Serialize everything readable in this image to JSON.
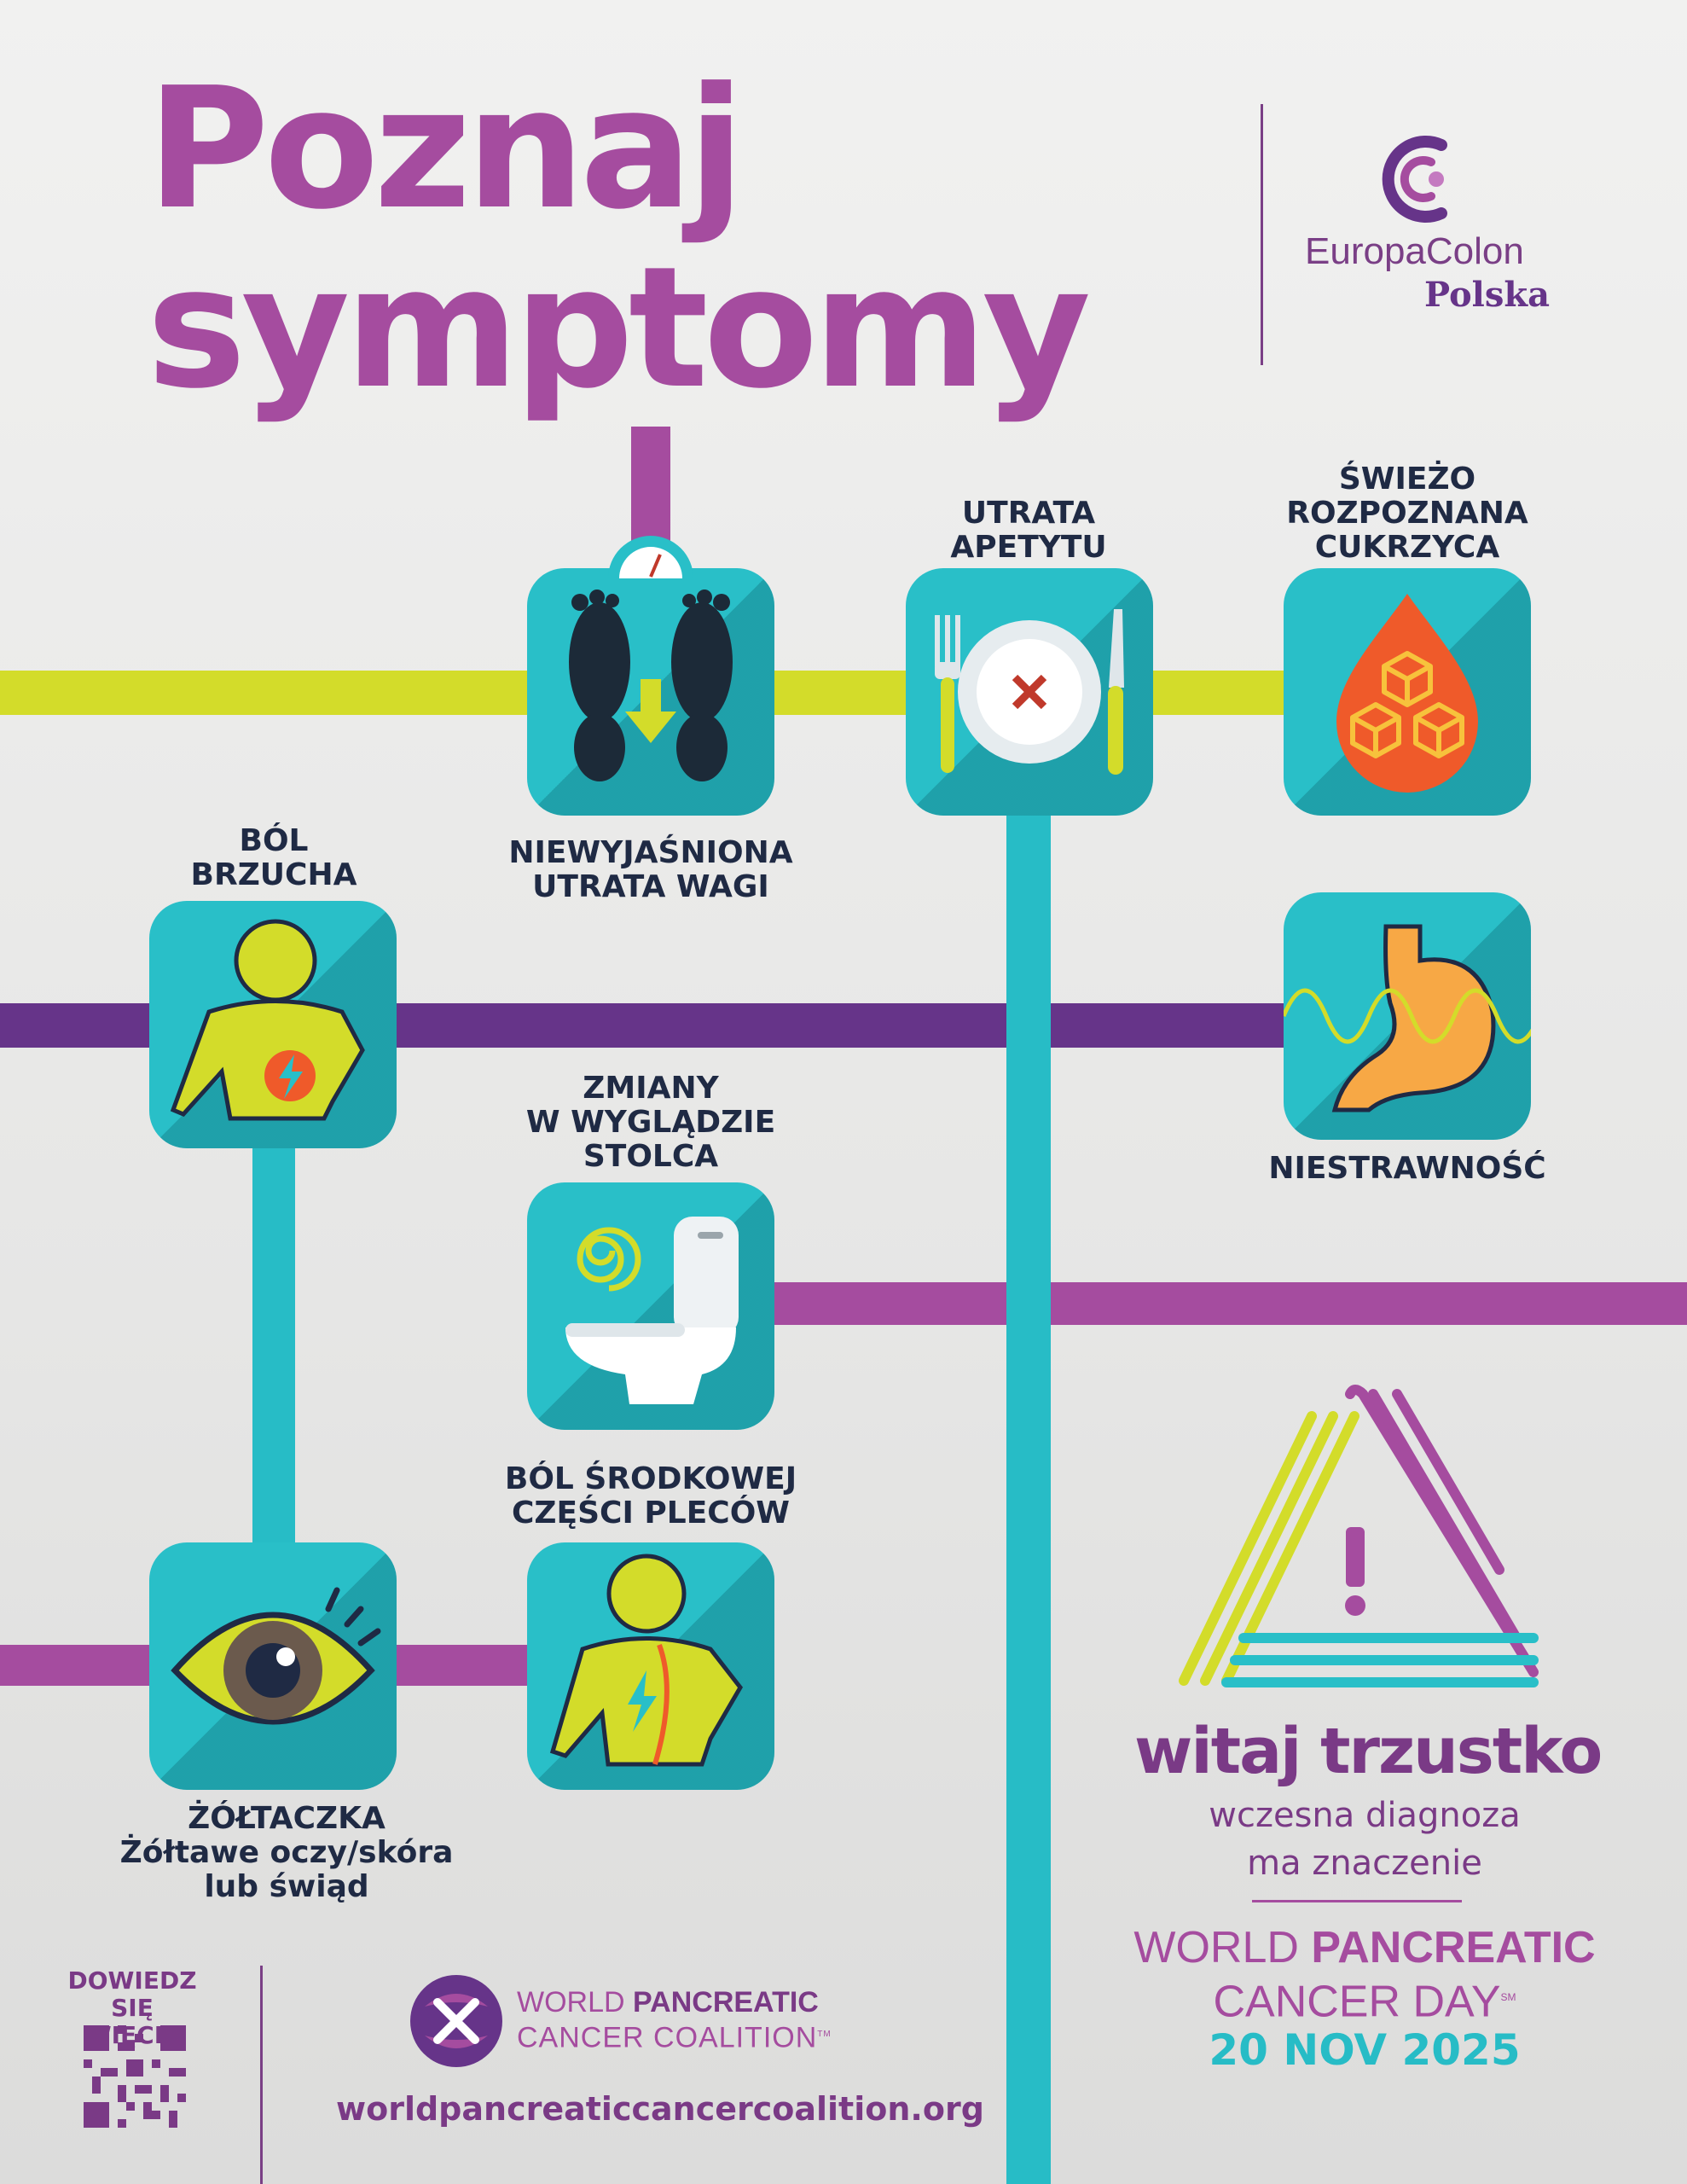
{
  "title": {
    "line1": "Poznaj",
    "line2": "symptomy"
  },
  "logo": {
    "name_part1": "Europa",
    "name_part2": "Colon",
    "country": "Polska"
  },
  "symptoms": {
    "weight_loss": {
      "lines": [
        "NIEWYJAŚNIONA",
        "UTRATA WAGI"
      ],
      "icon": "scale-feet-icon"
    },
    "appetite": {
      "lines": [
        "UTRATA",
        "APETYTU"
      ],
      "icon": "plate-cutlery-icon"
    },
    "diabetes": {
      "lines": [
        "ŚWIEŻO",
        "ROZPOZNANA",
        "CUKRZYCA"
      ],
      "icon": "sugar-drop-icon"
    },
    "abdominal_pain": {
      "lines": [
        "BÓL",
        "BRZUCHA"
      ],
      "icon": "abdomen-pain-icon"
    },
    "indigestion": {
      "lines": [
        "NIESTRAWNOŚĆ"
      ],
      "icon": "stomach-icon"
    },
    "stool": {
      "lines": [
        "ZMIANY",
        "W WYGLĄDZIE",
        "STOLCA"
      ],
      "icon": "toilet-icon"
    },
    "back_pain": {
      "lines": [
        "BÓL ŚRODKOWEJ",
        "CZĘŚCI PLECÓW"
      ],
      "icon": "back-pain-icon"
    },
    "jaundice": {
      "lines": [
        "ŻÓŁTACZKA",
        "Żółtawe oczy/skóra",
        "lub świąd"
      ],
      "icon": "eye-icon"
    }
  },
  "campaign": {
    "name": "witaj trzustko",
    "tagline1": "wczesna diagnoza",
    "tagline2": "ma znaczenie",
    "event_line1_a": "WORLD ",
    "event_line1_b": "PANCREATIC",
    "event_line2": "CANCER DAY",
    "tm": "SM",
    "date": "20 NOV 2025"
  },
  "footer": {
    "learn_more_line1": "DOWIEDZ SIĘ",
    "learn_more_line2": "WIĘCEJ",
    "coalition_line1_a": "WORLD ",
    "coalition_line1_b": "PANCREATIC",
    "coalition_line2": "CANCER COALITION",
    "coalition_tm": "TM",
    "url": "worldpancreaticcancercoalition.org"
  },
  "colors": {
    "purple": "#a54c9f",
    "dark_purple": "#663489",
    "teal": "#29bfc8",
    "lime": "#d3dc2a",
    "navy_text": "#1f2a44"
  }
}
